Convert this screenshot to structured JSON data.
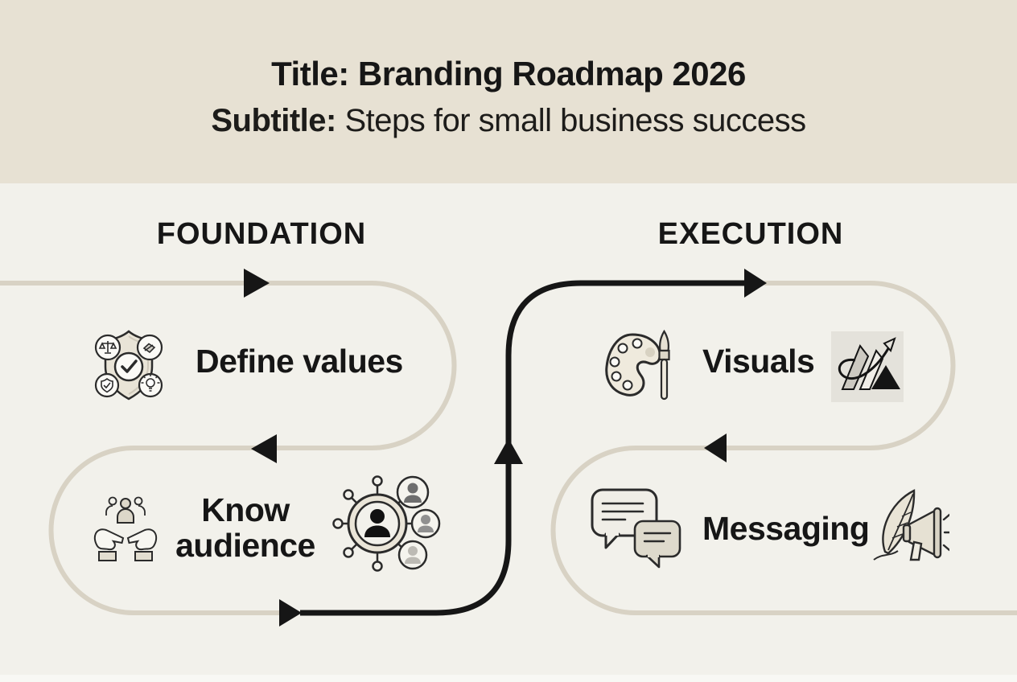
{
  "header": {
    "title_label": "Title:",
    "title_text": "Branding Roadmap 2026",
    "subtitle_label": "Subtitle:",
    "subtitle_text": "Steps for small business success"
  },
  "sections": {
    "foundation": {
      "label": "FOUNDATION"
    },
    "execution": {
      "label": "EXECUTION"
    }
  },
  "steps": [
    {
      "section": "FOUNDATION",
      "label": "Define values",
      "icon": "shield-values-icon"
    },
    {
      "section": "FOUNDATION",
      "label": "Know audience",
      "label_line1": "Know",
      "label_line2": "audience",
      "icon": "hands-people-icon",
      "icon2": "audience-network-icon"
    },
    {
      "section": "EXECUTION",
      "label": "Visuals",
      "icon": "palette-brush-icon",
      "icon2": "brand-logo-icon"
    },
    {
      "section": "EXECUTION",
      "label": "Messaging",
      "icon": "chat-bubbles-icon",
      "icon2": "feather-megaphone-icon"
    }
  ],
  "colors": {
    "header-bg": "#e7e1d3",
    "canvas-bg": "#f2f1eb",
    "road-light": "#d8d2c4",
    "road-dark": "#161616",
    "text-dark": "#161616"
  }
}
